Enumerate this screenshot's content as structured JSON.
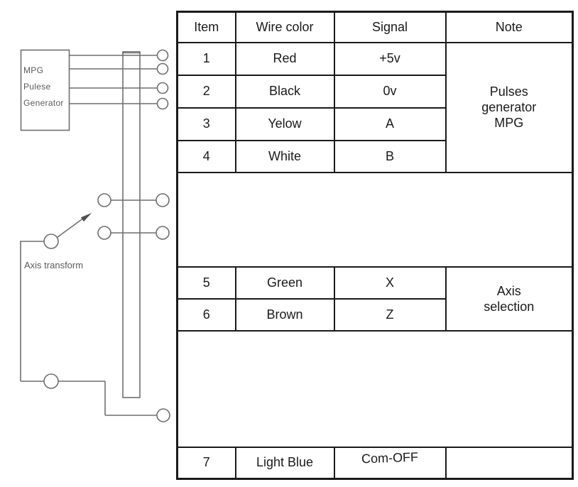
{
  "diagram": {
    "device_label": {
      "line1": "MPG",
      "line2": "Pulese",
      "line3": "Generator"
    },
    "switch_label": "Axis transform"
  },
  "table": {
    "headers": {
      "item": "Item",
      "wire_color": "Wire color",
      "signal": "Signal",
      "note": "Note"
    },
    "rows": [
      {
        "item": "1",
        "wire_color": "Red",
        "signal": "+5v"
      },
      {
        "item": "2",
        "wire_color": "Black",
        "signal": "0v"
      },
      {
        "item": "3",
        "wire_color": "Yelow",
        "signal": "A"
      },
      {
        "item": "4",
        "wire_color": "White",
        "signal": "B"
      },
      {
        "item": "5",
        "wire_color": "Green",
        "signal": "X"
      },
      {
        "item": "6",
        "wire_color": "Brown",
        "signal": "Z"
      },
      {
        "item": "7",
        "wire_color": "Light Blue",
        "signal": "Com-OFF"
      }
    ],
    "note_groups": {
      "pulses": "Pulses\ngenerator\nMPG",
      "axis": "Axis\nselection",
      "empty": ""
    }
  },
  "colors": {
    "table_line": "#1a1a1a",
    "table_text": "#1a1a1a",
    "diagram_line": "#6f6f6f",
    "diagram_text": "#5a5a5a",
    "background": "#ffffff"
  }
}
